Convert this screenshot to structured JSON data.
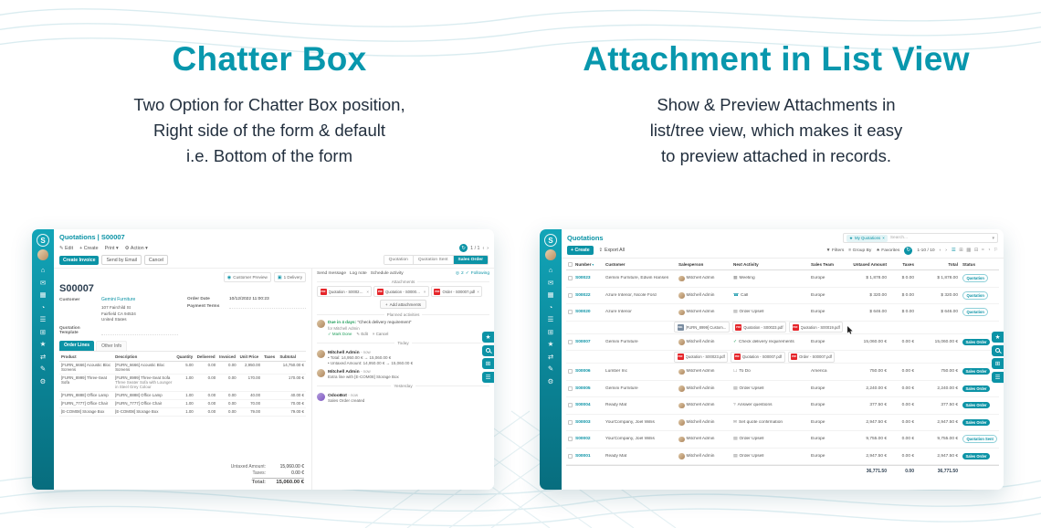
{
  "colors": {
    "accent": "#0b93a6",
    "heading": "#0897ad",
    "pdf_red": "#e5252a",
    "activity_green": "#1e9e5a"
  },
  "hero": {
    "left": {
      "title": "Chatter Box",
      "lines": [
        "Two Option for Chatter Box position,",
        "Right side of the form & default",
        "i.e. Bottom of the form"
      ]
    },
    "right": {
      "title": "Attachment in List View",
      "lines": [
        "Show & Preview Attachments in",
        "list/tree view, which makes it easy",
        "to preview attached in records."
      ]
    }
  },
  "icons": {
    "logo": "S",
    "edit": "✎",
    "plus": "+",
    "caret": "▾",
    "gear": "⚙",
    "sync": "↻",
    "prev": "‹",
    "next": "›",
    "star": "★",
    "grid": "⊞",
    "list": "☰",
    "calendar": "▦",
    "pivot": "⊟",
    "graph": "≈",
    "clock": "◔",
    "flag": "⚐",
    "check": "✓",
    "close": "×",
    "eye": "◉",
    "truck": "▣",
    "filter": "▼",
    "group": "≡",
    "export": "⇪",
    "mail": "✉",
    "phone": "☎",
    "doc": "▤",
    "todo": "☐",
    "question": "?",
    "bullet": "•",
    "target": "◎"
  },
  "rail": [
    "⌂",
    "✉",
    "▦",
    "◔",
    "☰",
    "⊞",
    "★",
    "⇄",
    "✎",
    "⚙"
  ],
  "form_app": {
    "breadcrumb": "Quotations | S00007",
    "toolbar": {
      "edit": "Edit",
      "create": "Create",
      "print": "Print",
      "action": "Action",
      "pager": "1 / 1"
    },
    "buttons": {
      "create_invoice": "Create Invoice",
      "send_by_email": "Send by Email",
      "cancel": "Cancel"
    },
    "statusbar": [
      "Quotation",
      "Quotation Sent",
      "Sales Order"
    ],
    "smart": {
      "preview": "Customer Preview",
      "delivery": "1 Delivery"
    },
    "record": {
      "name": "S00007",
      "customer_label": "Customer",
      "customer": "Gemini Furniture",
      "address": [
        "107 Fairchild St",
        "Fairfield CA 94534",
        "United States"
      ],
      "order_date_label": "Order Date",
      "order_date": "10/12/2022 11:00:23",
      "payment_terms_label": "Payment Terms",
      "quotation_template_label": "Quotation Template"
    },
    "tabs": [
      "Order Lines",
      "Other Info"
    ],
    "table": {
      "headers": [
        "Product",
        "Description",
        "Quantity",
        "Delivered",
        "Invoiced",
        "Unit Price",
        "Taxes",
        "Subtotal"
      ],
      "rows": [
        {
          "product": "[FURN_6666] Acoustic Bloc Screens",
          "desc": "[FURN_6666] Acoustic Bloc Screens",
          "desc2": "",
          "qty": "5.00",
          "delivered": "0.00",
          "invoiced": "0.00",
          "price": "2,950.00",
          "taxes": "",
          "subtotal": "14,750.00 €"
        },
        {
          "product": "[FURN_8999] Three-Seat Sofa",
          "desc": "[FURN_8999] Three-Seat Sofa",
          "desc2": "Three Seater Sofa with Lounger in Steel Grey Colour",
          "qty": "1.00",
          "delivered": "0.00",
          "invoiced": "0.00",
          "price": "170.00",
          "taxes": "",
          "subtotal": "170.00 €"
        },
        {
          "product": "[FURN_8888] Office Lamp",
          "desc": "[FURN_8888] Office Lamp",
          "desc2": "",
          "qty": "1.00",
          "delivered": "0.00",
          "invoiced": "0.00",
          "price": "40.00",
          "taxes": "",
          "subtotal": "40.00 €"
        },
        {
          "product": "[FURN_7777] Office Chair",
          "desc": "[FURN_7777] Office Chair",
          "desc2": "",
          "qty": "1.00",
          "delivered": "0.00",
          "invoiced": "0.00",
          "price": "70.00",
          "taxes": "",
          "subtotal": "70.00 €"
        },
        {
          "product": "[E-COM08] Storage Box",
          "desc": "[E-COM08] Storage Box",
          "desc2": "",
          "qty": "1.00",
          "delivered": "0.00",
          "invoiced": "0.00",
          "price": "79.00",
          "taxes": "",
          "subtotal": "79.00 €"
        }
      ],
      "totals": {
        "untaxed_label": "Untaxed Amount:",
        "untaxed": "15,060.00 €",
        "taxes_label": "Taxes:",
        "taxes": "0.00 €",
        "total_label": "Total:",
        "total": "15,060.00 €"
      }
    },
    "chatter": {
      "send_message": "Send message",
      "log_note": "Log note",
      "schedule_activity": "Schedule activity",
      "followers": "2",
      "following": "Following",
      "attachments_label": "Attachments",
      "attachments": [
        "Quotation - S00023.pdf",
        "Quotation - S00007.pdf",
        "Order - S00007.pdf"
      ],
      "add_attachments": "Add attachments",
      "planned_label": "Planned activities",
      "activity": {
        "due": "Due in 4 days:",
        "summary": "“Check delivery requirement”",
        "assignee": "for Mitchell Admin",
        "done": "Mark Done",
        "edit": "Edit",
        "cancel": "Cancel"
      },
      "today": "Today",
      "messages": [
        {
          "author": "Mitchell Admin",
          "time": "- now",
          "lines": [
            "Total: 14,950.00 € → 15,060.00 €",
            "Untaxed Amount: 14,950.00 € → 15,060.00 €"
          ]
        },
        {
          "author": "Mitchell Admin",
          "time": "- now",
          "lines": [
            "Extra line with [E-COM08] Storage Box"
          ]
        }
      ],
      "yesterday": "Yesterday",
      "bot": {
        "author": "OdooBot",
        "time": "- now",
        "lines": [
          "Sales Order created"
        ]
      }
    }
  },
  "list_app": {
    "title": "Quotations",
    "search_chip": "My Quotations",
    "search_placeholder": "Search...",
    "create": "Create",
    "export_all": "Export All",
    "filters": "Filters",
    "group_by": "Group By",
    "favorites": "Favorites",
    "pager": "1-10 / 10",
    "headers": [
      "Number",
      "Customer",
      "Salesperson",
      "Next Activity",
      "Sales Team",
      "Untaxed Amount",
      "Taxes",
      "Total",
      "Status"
    ],
    "rows": [
      {
        "number": "S00023",
        "customer": "Gemini Furniture, Edwin Hansen",
        "salesperson": "Mitchell Admin",
        "activity": "Meeting",
        "team": "Europe",
        "untaxed": "$ 1,878.00",
        "taxes": "$ 0.00",
        "total": "$ 1,878.00",
        "status": "Quotation"
      },
      {
        "number": "S00022",
        "customer": "Azure Interior, Nicole Ford",
        "salesperson": "Mitchell Admin",
        "activity": "Call",
        "team": "Europe",
        "untaxed": "$ 320.00",
        "taxes": "$ 0.00",
        "total": "$ 320.00",
        "status": "Quotation"
      },
      {
        "number": "S00020",
        "customer": "Azure Interior",
        "salesperson": "Mitchell Admin",
        "activity": "Order Upsell",
        "team": "Europe",
        "untaxed": "$ 646.00",
        "taxes": "$ 0.00",
        "total": "$ 646.00",
        "status": "Quotation",
        "attachments": [
          "[FURN_8999] Custom...",
          "Quotation - S00023.pdf",
          "Quotation - S00019.pdf"
        ]
      },
      {
        "number": "S00007",
        "customer": "Gemini Furniture",
        "salesperson": "Mitchell Admin",
        "activity": "Check delivery requirements",
        "team": "Europe",
        "untaxed": "15,060.00 €",
        "taxes": "0.00 €",
        "total": "15,060.00 €",
        "status": "Sales Order",
        "attachments": [
          "Quotation - S00023.pdf",
          "Quotation - S00007.pdf",
          "Order - S00007.pdf"
        ]
      },
      {
        "number": "S00006",
        "customer": "Lumber Inc",
        "salesperson": "Mitchell Admin",
        "activity": "To Do",
        "team": "America",
        "untaxed": "750.00 €",
        "taxes": "0.00 €",
        "total": "750.00 €",
        "status": "Sales Order"
      },
      {
        "number": "S00005",
        "customer": "Gemini Furniture",
        "salesperson": "Mitchell Admin",
        "activity": "Order Upsell",
        "team": "Europe",
        "untaxed": "2,240.00 €",
        "taxes": "0.00 €",
        "total": "2,240.00 €",
        "status": "Sales Order"
      },
      {
        "number": "S00004",
        "customer": "Ready Mat",
        "salesperson": "Mitchell Admin",
        "activity": "Answer questions",
        "team": "Europe",
        "untaxed": "377.50 €",
        "taxes": "0.00 €",
        "total": "377.50 €",
        "status": "Sales Order"
      },
      {
        "number": "S00003",
        "customer": "YourCompany, Joel Willis",
        "salesperson": "Mitchell Admin",
        "activity": "Set quote confirmation",
        "team": "Europe",
        "untaxed": "2,947.50 €",
        "taxes": "0.00 €",
        "total": "2,947.50 €",
        "status": "Sales Order"
      },
      {
        "number": "S00002",
        "customer": "YourCompany, Joel Willis",
        "salesperson": "Mitchell Admin",
        "activity": "Order Upsell",
        "team": "Europe",
        "untaxed": "9,755.00 €",
        "taxes": "0.00 €",
        "total": "9,755.00 €",
        "status": "Quotation Sent"
      },
      {
        "number": "S00001",
        "customer": "Ready Mat",
        "salesperson": "Mitchell Admin",
        "activity": "Order Upsell",
        "team": "Europe",
        "untaxed": "2,947.50 €",
        "taxes": "0.00 €",
        "total": "2,947.50 €",
        "status": "Sales Order"
      }
    ],
    "footer": {
      "untaxed": "36,771.50",
      "taxes": "0.00",
      "total": "36,771.50"
    }
  }
}
